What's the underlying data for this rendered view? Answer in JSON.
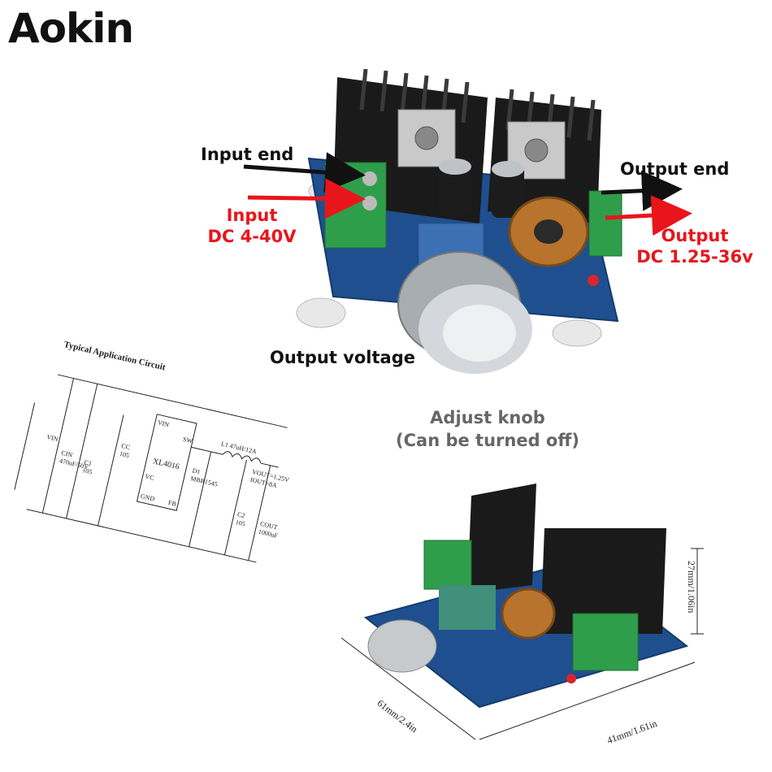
{
  "brand": {
    "logo_text": "Aokin"
  },
  "labels": {
    "input_end": "Input end",
    "input_line1": "Input",
    "input_line2": "DC 4-40V",
    "output_end": "Output end",
    "output_line1": "Output",
    "output_line2": "DC 1.25-36v",
    "output_voltage": "Output voltage",
    "adjust_line1": "Adjust knob",
    "adjust_line2": "(Can be turned off)"
  },
  "circuit": {
    "title": "Typical Application Circuit",
    "vin": "VIN",
    "cin": "CIN",
    "cin_val": "470uF/50V",
    "c1": "C1",
    "c1_val": "105",
    "cc": "CC",
    "cc_val": "105",
    "chip": "XL4016",
    "pin_vin": "VIN",
    "pin_vc": "VC",
    "pin_gnd": "GND",
    "pin_sw": "SW",
    "pin_fb": "FB",
    "inductor": "L1 47uH/12A",
    "diode": "D1",
    "diode_val": "MBR1545",
    "c2": "C2",
    "c2_val": "105",
    "cout": "COUT",
    "cout_val": "1000uF",
    "vout": "VOUT=1.25V",
    "iout": "IOUT=8A"
  },
  "dimensions": {
    "height": "27mm/1.06in",
    "length": "61mm/2.4in",
    "width": "41mm/1.61in"
  },
  "colors": {
    "red_label": "#e8151b",
    "pcb_blue": "#1f4f8f",
    "terminal_green": "#2f9e4a",
    "heatsink": "#1a1a1a"
  }
}
